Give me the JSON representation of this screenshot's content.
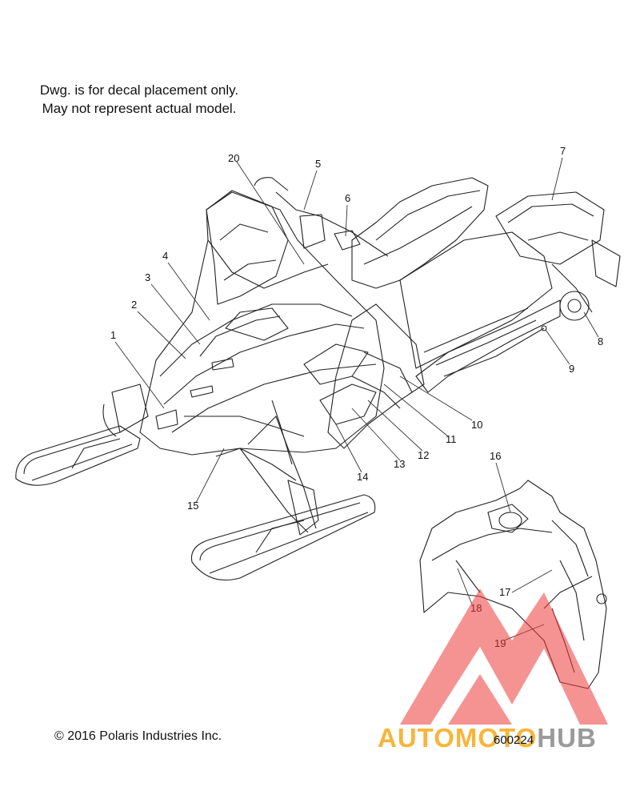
{
  "notes": {
    "line1": "Dwg. is for decal placement only.",
    "line2": "May not represent actual model."
  },
  "callouts": [
    "1",
    "2",
    "3",
    "4",
    "5",
    "6",
    "7",
    "8",
    "9",
    "10",
    "11",
    "12",
    "13",
    "14",
    "15",
    "16",
    "17",
    "18",
    "19",
    "20"
  ],
  "footer": {
    "copyright": "© 2016 Polaris Industries Inc.",
    "drawing_number": "600224"
  },
  "watermark": {
    "brand_part1": "AUTOMOTO",
    "brand_part2": "HUB",
    "colors": {
      "logo_red": "#ee3b3b",
      "auto_orange": "#f7b53a",
      "hub_gray": "#9a9a9a"
    }
  }
}
